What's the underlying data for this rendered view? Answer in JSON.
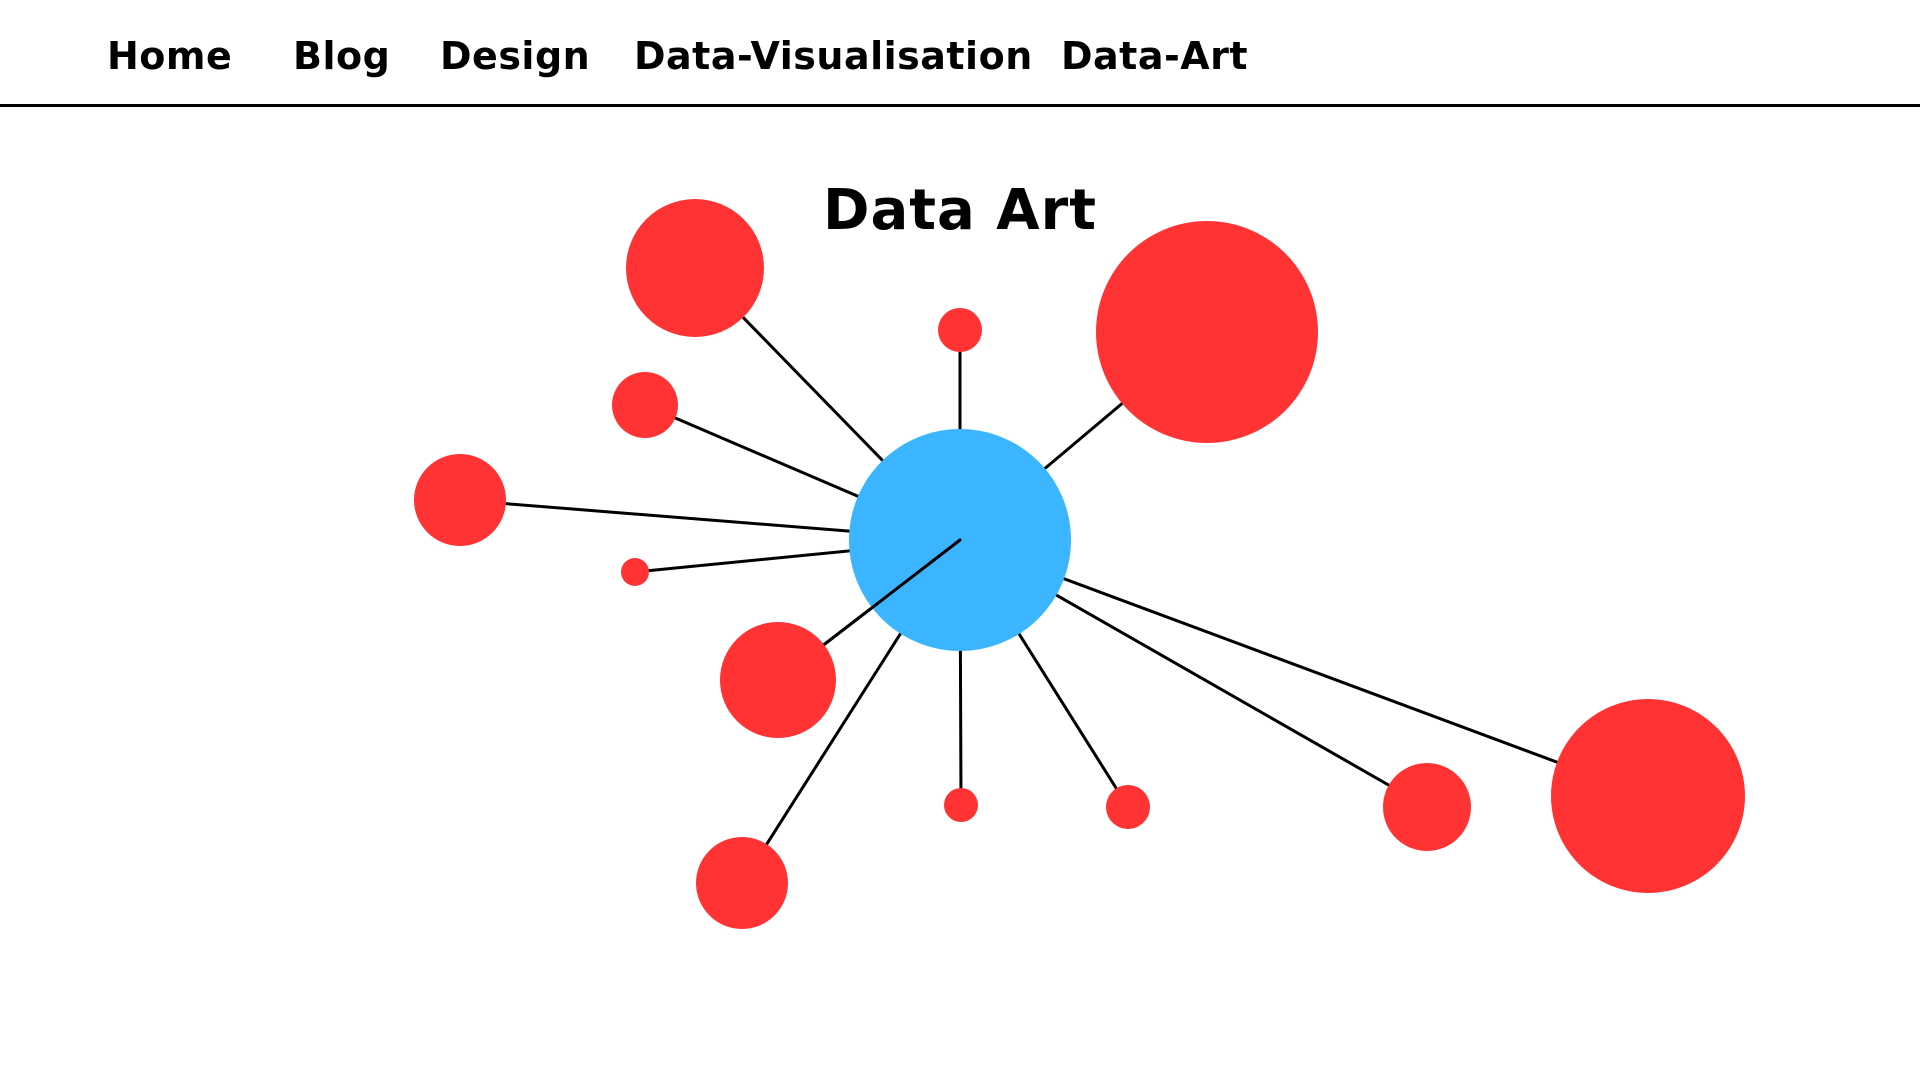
{
  "nav": {
    "items": [
      "Home",
      "Blog",
      "Design",
      "Data-Visualisation",
      "Data-Art"
    ]
  },
  "page": {
    "title": "Data Art"
  },
  "colors": {
    "hub": "#3BB5FF",
    "node": "#FF3333",
    "line": "#000000",
    "nav_border": "#000000"
  }
}
